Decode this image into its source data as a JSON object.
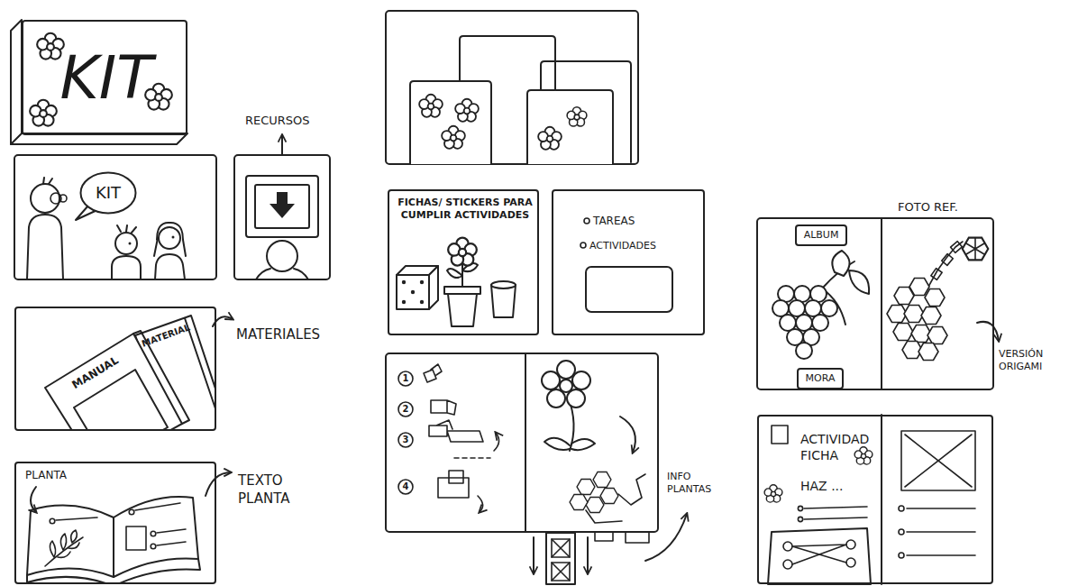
{
  "diagram": {
    "nodes": [
      {
        "text": [
          "KIT"
        ]
      },
      {
        "text": [
          "KIT"
        ]
      },
      {
        "text": [
          "MANUAL",
          "MATERIAL"
        ]
      },
      {
        "text": [
          "PLANTA"
        ]
      },
      {
        "text": [
          "FICHAS/ STICKERS PARA CUMPLIR ACTIVIDADES"
        ]
      },
      {
        "text": [
          "TAREAS",
          "ACTIVIDADES"
        ]
      },
      {
        "text": [
          "ALBUM"
        ]
      },
      {
        "text": [
          "MORA"
        ]
      },
      {
        "text": [
          "ACTIVIDAD FICHA",
          "HAZ ..."
        ]
      }
    ],
    "labels": [
      "RECURSOS",
      "MATERIALES",
      "TEXTO PLANTA",
      "1",
      "2",
      "3",
      "4",
      "INFO PLANTAS",
      "FOTO REF.",
      "VERSIÓN ORIGAMI"
    ]
  }
}
